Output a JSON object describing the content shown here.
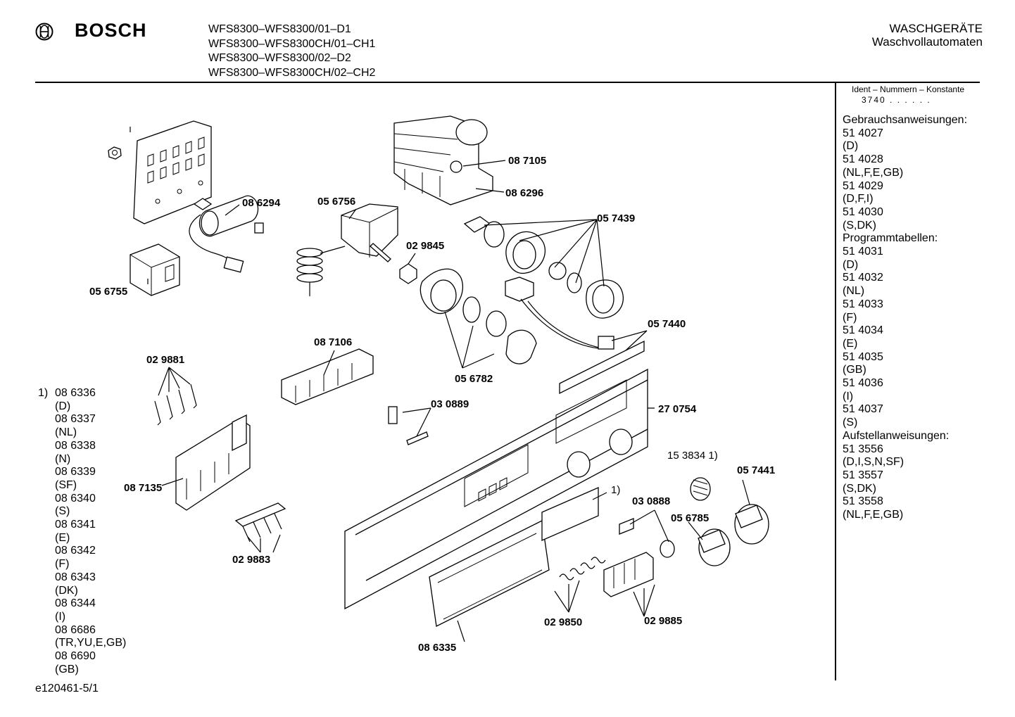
{
  "header": {
    "brand": "BOSCH",
    "logo_icon": "bosch-armature-icon",
    "models": [
      "WFS8300–WFS8300/01–D1",
      "WFS8300–WFS8300CH/01–CH1",
      "WFS8300–WFS8300/02–D2",
      "WFS8300–WFS8300CH/02–CH2"
    ],
    "category": "WASCHGERÄTE",
    "subcategory": "Waschvollautomaten"
  },
  "ident": {
    "title": "Ident – Nummern – Konstante",
    "value": "3740 . . . . . ."
  },
  "side_list": [
    "Gebrauchsanweisungen:",
    "51 4027",
    "(D)",
    "51 4028",
    "(NL,F,E,GB)",
    "51 4029",
    "(D,F,I)",
    "51 4030",
    "(S,DK)",
    "Programmtabellen:",
    "51 4031",
    "(D)",
    "51 4032",
    "(NL)",
    "51 4033",
    "(F)",
    "51 4034",
    "(E)",
    "51 4035",
    "(GB)",
    "51 4036",
    "(I)",
    "51 4037",
    "(S)",
    "Aufstellanweisungen:",
    "51 3556",
    "(D,I,S,N,SF)",
    "51 3557",
    "(S,DK)",
    "51 3558",
    "(NL,F,E,GB)"
  ],
  "footnote": {
    "marker": "1)",
    "lines": [
      "08 6336",
      "(D)",
      "08 6337",
      "(NL)",
      "08 6338",
      "(N)",
      "08 6339",
      "(SF)",
      "08 6340",
      "(S)",
      "08 6341",
      "(E)",
      "08 6342",
      "(F)",
      "08 6343",
      "(DK)",
      "08 6344",
      "(I)",
      "08 6686",
      "(TR,YU,E,GB)",
      "08 6690",
      "(GB)"
    ]
  },
  "doc_id": "e120461-5/1",
  "parts": {
    "p086294": "08 6294",
    "p056755": "05 6755",
    "p056756": "05 6756",
    "p029845": "02 9845",
    "p087105": "08 7105",
    "p086296": "08 6296",
    "p057439": "05 7439",
    "p057440": "05 7440",
    "p056782": "05 6782",
    "p087106": "08 7106",
    "p029881": "02 9881",
    "p030889": "03 0889",
    "p270754": "27 0754",
    "p153834": "15 3834 1)",
    "p057441": "05 7441",
    "p087135": "08 7135",
    "p1": "1)",
    "p030888": "03 0888",
    "p056785": "05 6785",
    "p029883": "02 9883",
    "p029850": "02 9850",
    "p029885": "02 9885",
    "p086335": "08 6335"
  }
}
